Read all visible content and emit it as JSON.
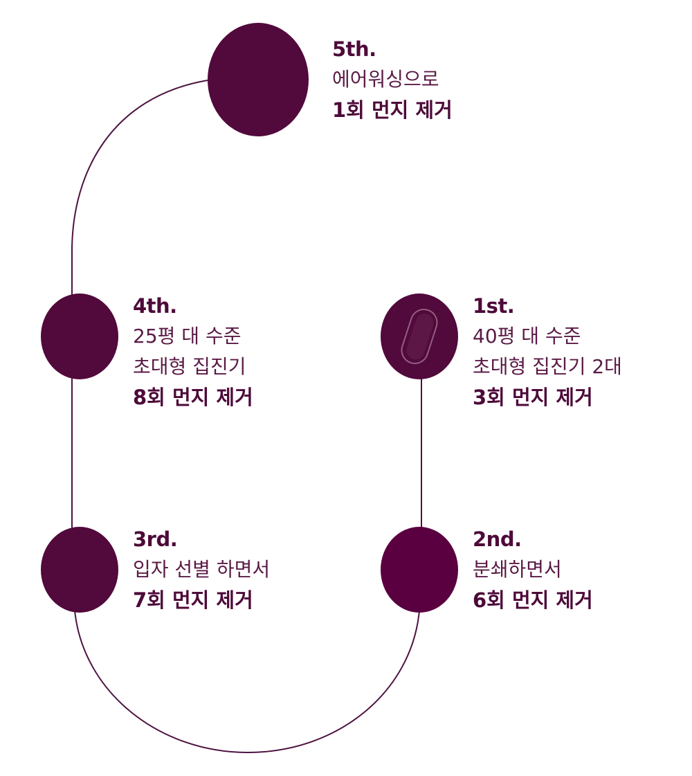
{
  "colors": {
    "node_fill": "#52093b",
    "node_fill_alt": "#5a0040",
    "path_stroke": "#4d1240",
    "text_primary": "#4d0a39"
  },
  "steps": {
    "fifth": {
      "num": "5th.",
      "lines": [
        "에어워싱으로"
      ],
      "result": "1회 먼지 제거"
    },
    "fourth": {
      "num": "4th.",
      "lines": [
        "25평 대 수준",
        "초대형 집진기"
      ],
      "result": "8회 먼지 제거"
    },
    "first": {
      "num": "1st.",
      "lines": [
        "40평 대 수준",
        "초대형 집진기 2대"
      ],
      "result": "3회 먼지 제거",
      "icon": "glass-capsule-icon"
    },
    "third": {
      "num": "3rd.",
      "lines": [
        "입자 선별 하면서"
      ],
      "result": "7회 먼지 제거"
    },
    "second": {
      "num": "2nd.",
      "lines": [
        "분쇄하면서"
      ],
      "result": "6회 먼지 제거"
    }
  }
}
